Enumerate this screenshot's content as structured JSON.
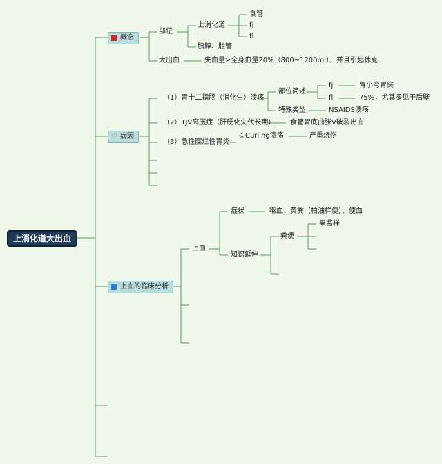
{
  "root": "上消化道大出血",
  "branches": {
    "concept": {
      "label": "概念",
      "icon": "red-flag-icon",
      "site": {
        "label": "部位",
        "upper_gi": "上消化道",
        "upper_gi_children": [
          "食管",
          "fj",
          "fl"
        ],
        "pancreas_bile": "胰腺、胆管"
      },
      "massive_bleeding": {
        "label": "大出血",
        "definition": "失血量≥全身血量20%（800~1200ml），并且引起休克"
      }
    },
    "etiology": {
      "label": "病因",
      "icon": "heart-icon",
      "items": [
        "（1）胃十二指肠（消化生）溃疡",
        "（2）TJV高压症（肝硬化失代长期）",
        "（3）急性糜烂性胃炎"
      ],
      "ulcer_site": {
        "label": "部位简述",
        "fj": "fj",
        "fj_detail": "胃小弯胃突",
        "fl": "fl",
        "fl_detail": "75%，尤其多见于后壁"
      },
      "special_type": {
        "label": "特殊类型",
        "detail": "NSAIDS溃疡"
      },
      "varices_detail": "食管胃底曲张V破裂出血",
      "curling": "①Curling溃疡",
      "curling_detail": "严重烧伤"
    },
    "clinical": {
      "label": "上血的临床分析",
      "icon": "blue-flag-icon",
      "upper_bleed": "上血",
      "symptoms": {
        "label": "症状",
        "detail": "呕血、黄粪（柏油样便）、便血"
      },
      "knowledge": {
        "label": "知识延伸",
        "stool": "粪便",
        "stool_child": "果酱样"
      }
    }
  },
  "colors": {
    "background": "#f0f8ec",
    "line": "#5a9a5a",
    "root_fill": "#1e3a56",
    "branch_fill": "#b9dcdc"
  }
}
